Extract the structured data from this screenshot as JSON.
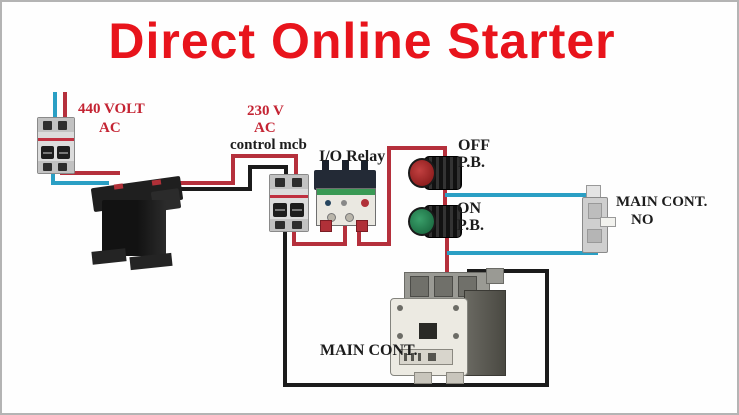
{
  "title": "Direct Online Starter",
  "colors": {
    "title_red": "#e8141c",
    "label_red": "#c42433",
    "wire_red": "#b5303c",
    "wire_blue": "#2a9fc4",
    "wire_black": "#1b1b1b",
    "text_black": "#1c1c1c"
  },
  "labels": {
    "supply_voltage": {
      "line1": "440 VOLT",
      "line2": "AC"
    },
    "control_voltage": {
      "line1": "230 V",
      "line2": "AC",
      "line3": "control mcb"
    },
    "overload_relay": "I/O Relay",
    "off_button": {
      "line1": "OFF",
      "line2": "P.B."
    },
    "on_button": {
      "line1": "ON",
      "line2": "P.B."
    },
    "aux_contact": {
      "line1": "MAIN CONT.",
      "line2": "NO"
    },
    "main_contactor": "MAIN CONT."
  }
}
